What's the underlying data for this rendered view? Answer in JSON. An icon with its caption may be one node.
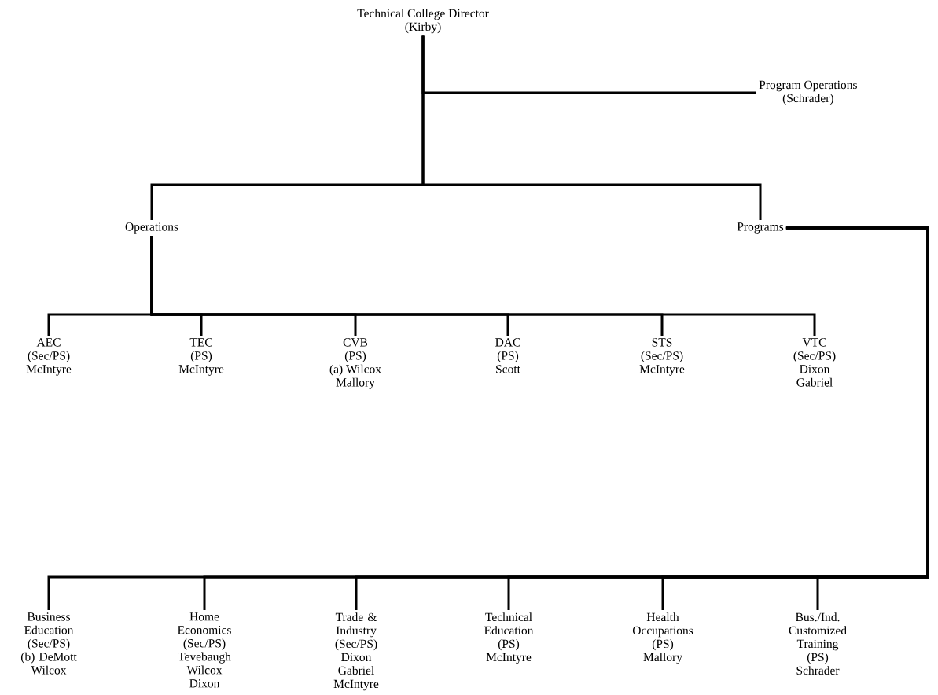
{
  "diagram": {
    "nodes": [
      {
        "text": [
          "Technical College Director",
          "(Kirby)"
        ]
      },
      {
        "text": [
          "Program Operations",
          "(Schrader)"
        ]
      },
      {
        "text": [
          "Operations"
        ]
      },
      {
        "text": [
          "Programs"
        ]
      },
      {
        "text": [
          "AEC",
          "(Sec/PS)",
          "McIntyre"
        ]
      },
      {
        "text": [
          "TEC",
          "(PS)",
          "McIntyre"
        ]
      },
      {
        "text": [
          "CVB",
          "(PS)",
          "(a) Wilcox",
          "Mallory"
        ]
      },
      {
        "text": [
          "DAC",
          "(PS)",
          "Scott"
        ]
      },
      {
        "text": [
          "STS",
          "(Sec/PS)",
          "McIntyre"
        ]
      },
      {
        "text": [
          "VTC",
          "(Sec/PS)",
          "Dixon",
          "Gabriel"
        ]
      },
      {
        "text": [
          "Business Education",
          "(Sec/PS)",
          "(b) DeMott",
          "Wilcox"
        ]
      },
      {
        "text": [
          "Home Economics",
          "(Sec/PS)",
          "Tevebaugh",
          "Wilcox",
          "Dixon"
        ]
      },
      {
        "text": [
          "Trade & Industry",
          "(Sec/PS)",
          "Dixon",
          "Gabriel",
          "McIntyre"
        ]
      },
      {
        "text": [
          "Technical Education",
          "(PS)",
          "McIntyre"
        ]
      },
      {
        "text": [
          "Health Occupations",
          "(PS)",
          "Mallory"
        ]
      },
      {
        "text": [
          "Bus./Ind. Customized Training",
          "(PS)",
          "Schrader"
        ]
      }
    ],
    "edges": [
      {
        "from": 0,
        "to": 1,
        "arrow": "none"
      },
      {
        "from": 0,
        "to": 2,
        "arrow": "none"
      },
      {
        "from": 0,
        "to": 3,
        "arrow": "none"
      },
      {
        "from": 2,
        "to": 4,
        "arrow": "none"
      },
      {
        "from": 2,
        "to": 5,
        "arrow": "none"
      },
      {
        "from": 2,
        "to": 6,
        "arrow": "none"
      },
      {
        "from": 2,
        "to": 7,
        "arrow": "none"
      },
      {
        "from": 2,
        "to": 8,
        "arrow": "none"
      },
      {
        "from": 2,
        "to": 9,
        "arrow": "none"
      },
      {
        "from": 3,
        "to": 10,
        "arrow": "none"
      },
      {
        "from": 3,
        "to": 11,
        "arrow": "none"
      },
      {
        "from": 3,
        "to": 12,
        "arrow": "none"
      },
      {
        "from": 3,
        "to": 13,
        "arrow": "none"
      },
      {
        "from": 3,
        "to": 14,
        "arrow": "none"
      },
      {
        "from": 3,
        "to": 15,
        "arrow": "none"
      }
    ]
  }
}
